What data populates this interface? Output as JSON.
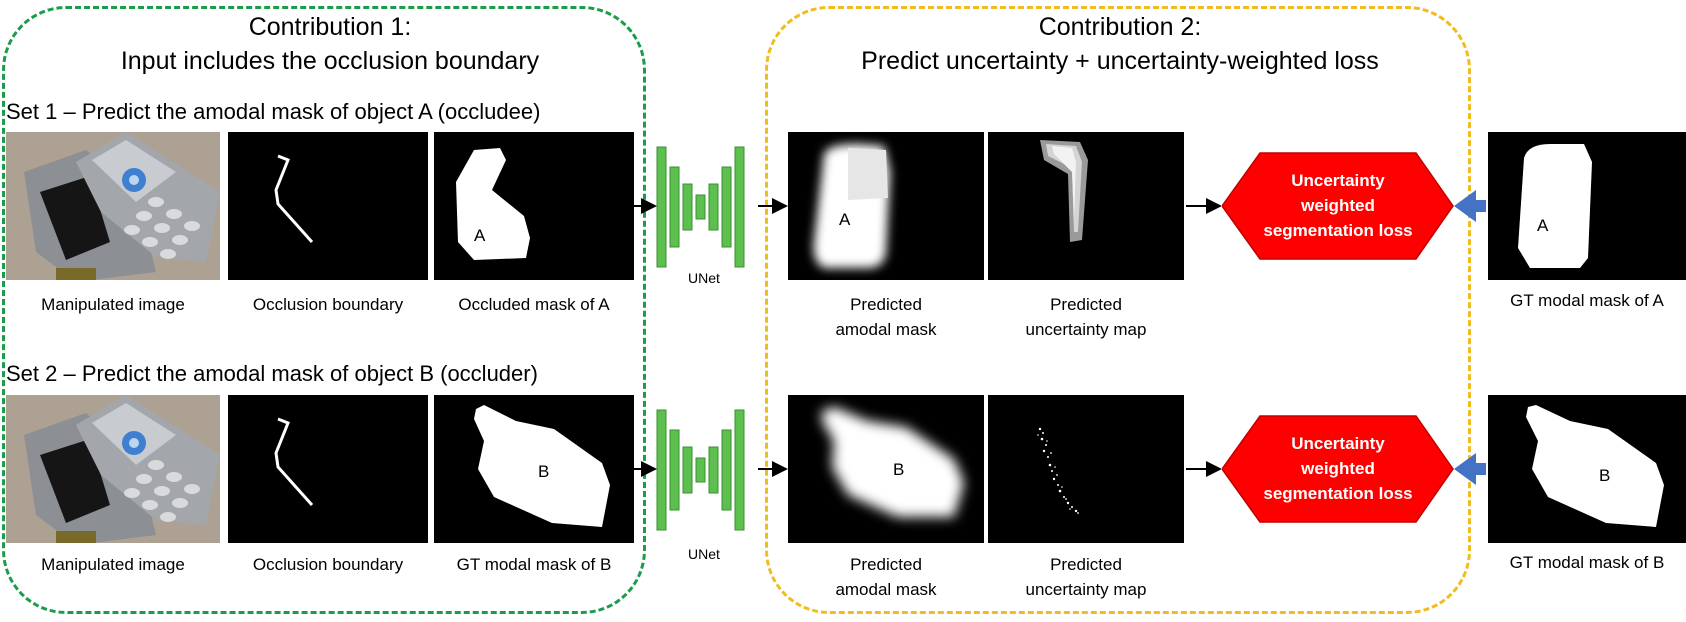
{
  "contribution1": {
    "line1": "Contribution 1:",
    "line2": "Input includes the occlusion boundary"
  },
  "contribution2": {
    "line1": "Contribution 2:",
    "line2": "Predict uncertainty + uncertainty-weighted loss"
  },
  "set1": {
    "title": "Set 1 – Predict the amodal mask of object A (occludee)",
    "captions": {
      "image": "Manipulated image",
      "boundary": "Occlusion boundary",
      "mask": "Occluded mask of A",
      "unet": "UNet",
      "pred_amodal": [
        "Predicted",
        "amodal mask"
      ],
      "pred_uncert": [
        "Predicted",
        "uncertainty map"
      ],
      "gt": "GT modal mask  of A"
    },
    "mask_letter": "A",
    "loss": [
      "Uncertainty",
      "weighted",
      "segmentation loss"
    ]
  },
  "set2": {
    "title": "Set 2 – Predict the amodal mask of object B (occluder)",
    "captions": {
      "image": "Manipulated image",
      "boundary": "Occlusion boundary",
      "mask": "GT modal mask of B",
      "unet": "UNet",
      "pred_amodal": [
        "Predicted",
        "amodal mask"
      ],
      "pred_uncert": [
        "Predicted",
        "uncertainty map"
      ],
      "gt": "GT modal mask  of B"
    },
    "mask_letter": "B",
    "loss": [
      "Uncertainty",
      "weighted",
      "segmentation loss"
    ]
  },
  "colors": {
    "contribution1_border": "#1a9c4a",
    "contribution2_border": "#f0bc1e",
    "unet_bars": "#5cbf4e",
    "loss_hexagon": "#ff0000",
    "gt_arrow": "#4472c4"
  }
}
